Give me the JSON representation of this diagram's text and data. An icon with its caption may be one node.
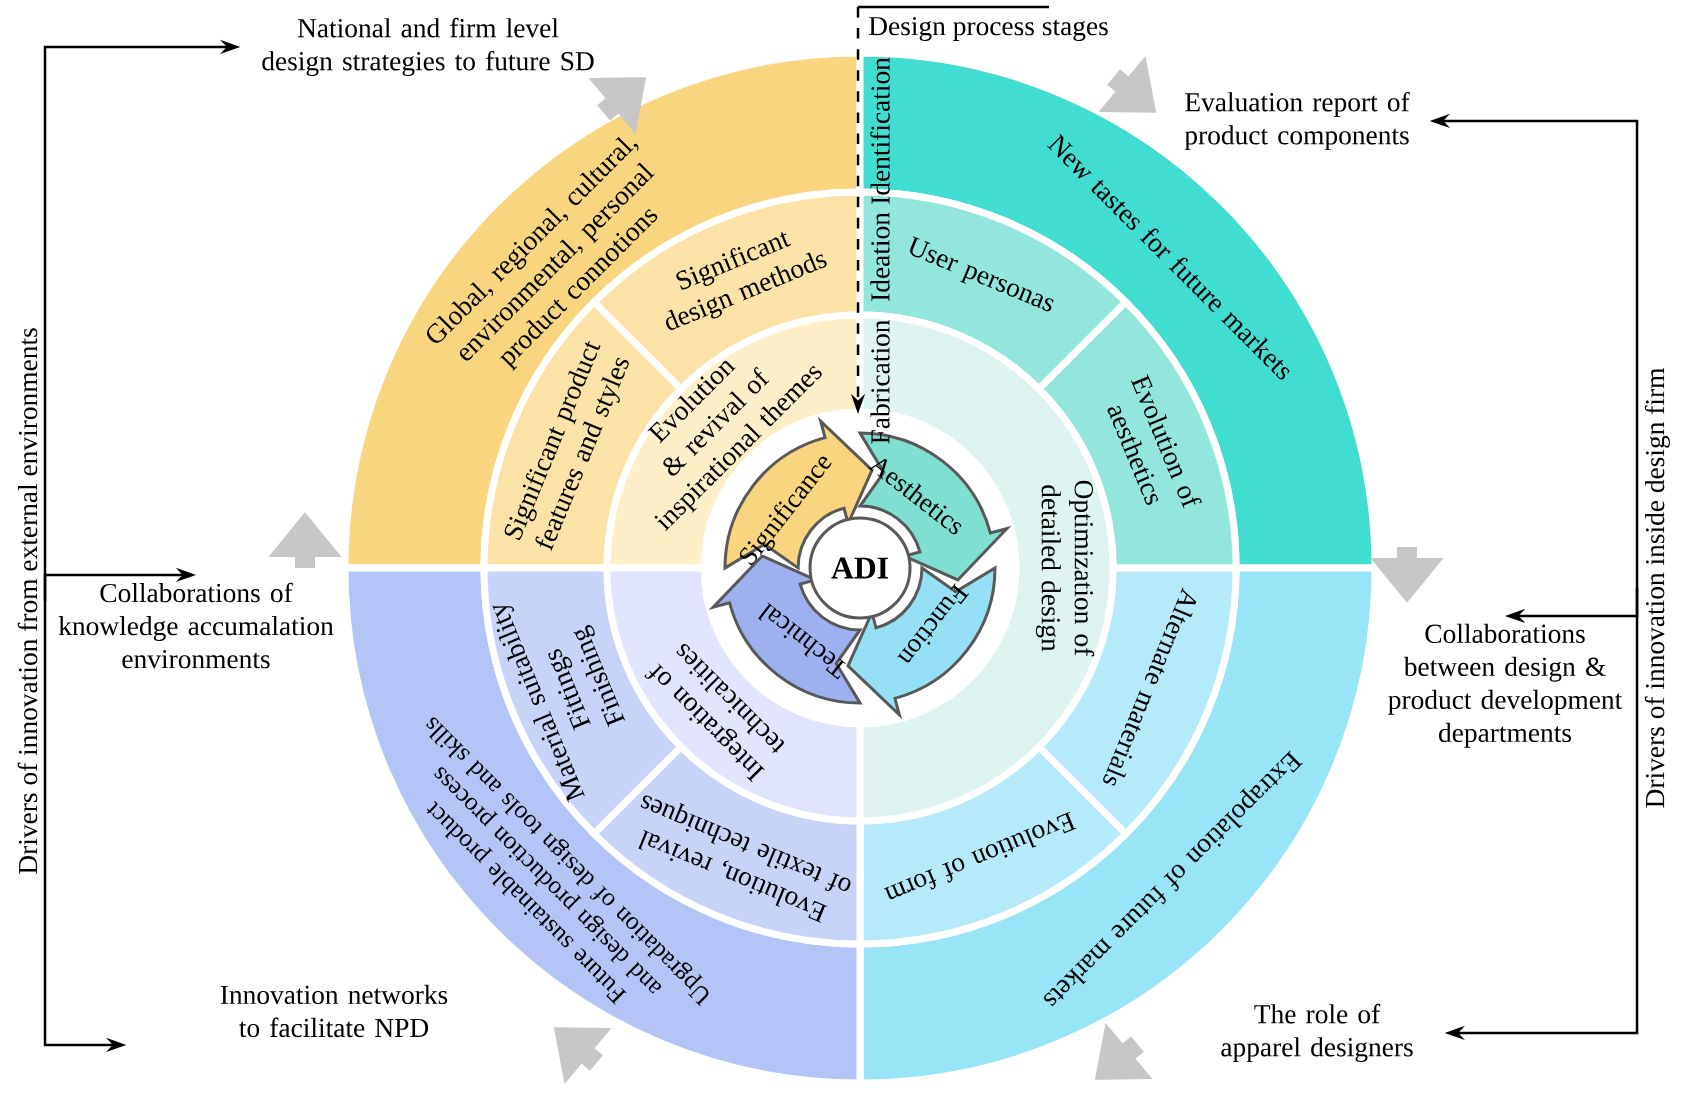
{
  "diagram": {
    "nodes": [
      {
        "text": [
          "Global, regional, cultural, environmental, personal product connotions"
        ]
      },
      {
        "text": [
          "Significant design methods"
        ]
      },
      {
        "text": [
          "Significant product features and styles"
        ]
      },
      {
        "text": [
          "Evolution & revival of inspirational themes"
        ]
      },
      {
        "text": [
          "New tastes for future markets"
        ]
      },
      {
        "text": [
          "User personas"
        ]
      },
      {
        "text": [
          "Evolution of aesthetics"
        ]
      },
      {
        "text": [
          "Optimization of detailed design"
        ]
      },
      {
        "text": [
          "Extrapolation of future markets"
        ]
      },
      {
        "text": [
          "Alternate materials"
        ]
      },
      {
        "text": [
          "Evolution of form"
        ]
      },
      {
        "text": [
          "Future sustainable product and design production process",
          "Upgradation of design tools and skills"
        ]
      },
      {
        "text": [
          "Material suitability",
          "Fittings",
          "Finishing"
        ]
      },
      {
        "text": [
          "Evolution, revival of textile techniques"
        ]
      },
      {
        "text": [
          "Integration of technicalities"
        ]
      },
      {
        "text": [
          "Significance"
        ]
      },
      {
        "text": [
          "Aesthetics"
        ]
      },
      {
        "text": [
          "Function"
        ]
      },
      {
        "text": [
          "Technical"
        ]
      },
      {
        "text": [
          "ADI"
        ]
      },
      {
        "text": [
          "Drivers of innovation from external environments"
        ]
      },
      {
        "text": [
          "National and firm level design strategies to future SD"
        ]
      },
      {
        "text": [
          "Collaborations of knowledge accumalation environments"
        ]
      },
      {
        "text": [
          "Innovation networks to facilitate NPD"
        ]
      },
      {
        "text": [
          "Drivers of innovation inside design firm"
        ]
      },
      {
        "text": [
          "Evaluation report of product components"
        ]
      },
      {
        "text": [
          "Collaborations between design & product development departments"
        ]
      },
      {
        "text": [
          "The role of apparel designers"
        ]
      }
    ],
    "edges": [
      {
        "from": 20,
        "to": 21,
        "arrow": "to"
      },
      {
        "from": 20,
        "to": 22,
        "arrow": "to"
      },
      {
        "from": 20,
        "to": 23,
        "arrow": "to"
      },
      {
        "from": 24,
        "to": 25,
        "arrow": "to"
      },
      {
        "from": 24,
        "to": 26,
        "arrow": "to"
      },
      {
        "from": 24,
        "to": 27,
        "arrow": "to"
      }
    ],
    "labels": [
      "Design process stages",
      "Identification",
      "Ideation",
      "Fabrication"
    ]
  }
}
